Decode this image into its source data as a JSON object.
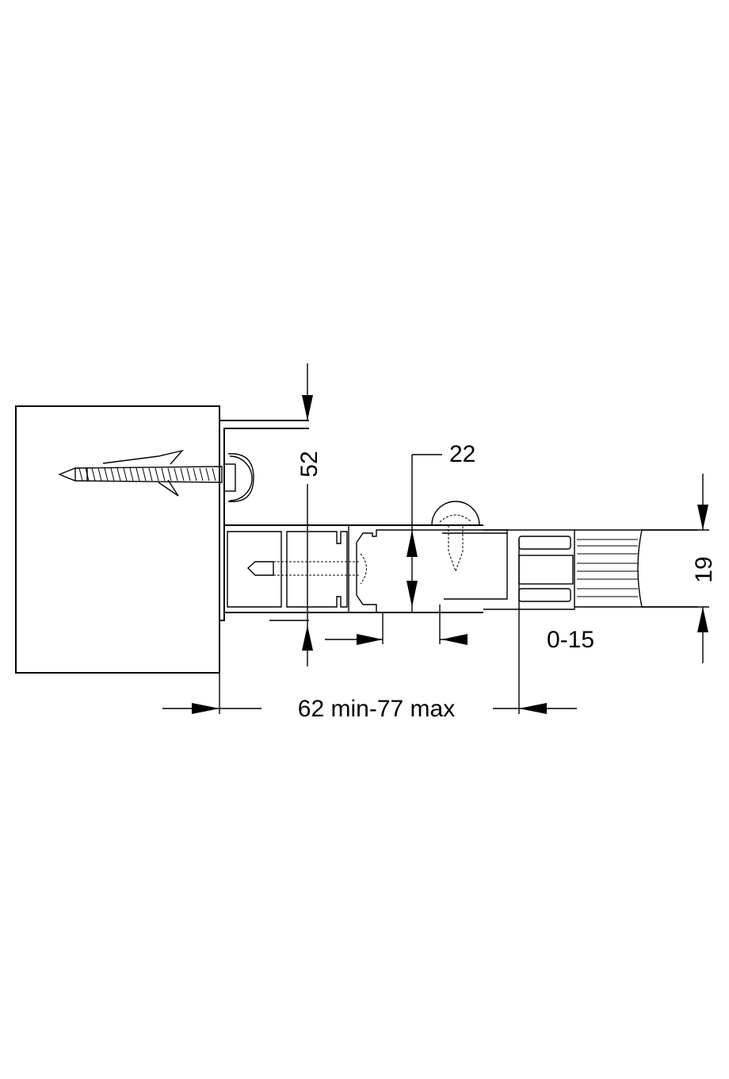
{
  "dimensions": {
    "height_bracket": "52",
    "profile_depth": "22",
    "panel_thickness": "19",
    "adjustment": "0-15",
    "overall": "62 min-77 max"
  },
  "colors": {
    "line": "#000000",
    "background": "#ffffff"
  }
}
